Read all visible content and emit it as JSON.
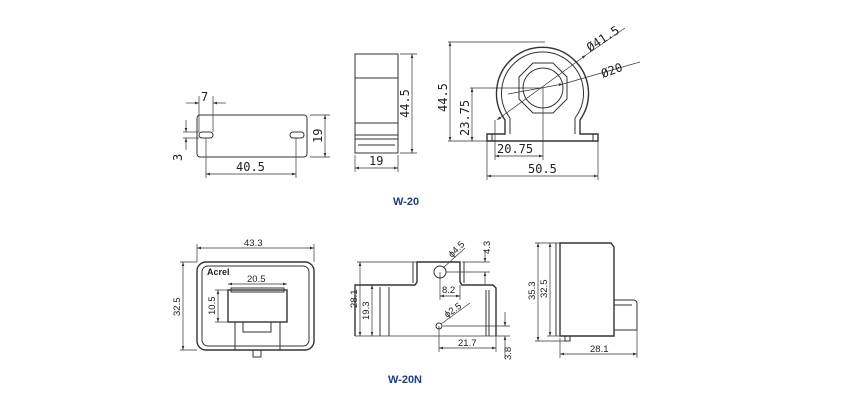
{
  "w20": {
    "caption": "W-20",
    "mount_view": {
      "slot_width": "7",
      "height": "19",
      "slot_offset": "3",
      "hole_spacing": "40.5"
    },
    "side_view": {
      "height": "44.5",
      "width": "19"
    },
    "front_view": {
      "height": "44.5",
      "center_height": "23.75",
      "center_offset": "20.75",
      "base_width": "50.5",
      "outer_diameter": "Ø41.5",
      "inner_diameter": "Ø20"
    }
  },
  "w20n": {
    "caption": "W-20N",
    "front_view": {
      "width": "43.3",
      "height": "32.5",
      "window_width": "20.5",
      "window_height": "10.5",
      "logo": "Acrel"
    },
    "bottom_view": {
      "hole_large": "ϕ4.5",
      "hole_large_offset": "4.3",
      "height": "28.1",
      "inner_height": "19.3",
      "slot_width": "8.2",
      "hole_small": "ϕ2.5",
      "hole_spacing": "21.7",
      "pin_offset": "3.8"
    },
    "side_view": {
      "total_height": "35.3",
      "body_height": "32.5",
      "depth": "28.1"
    }
  }
}
